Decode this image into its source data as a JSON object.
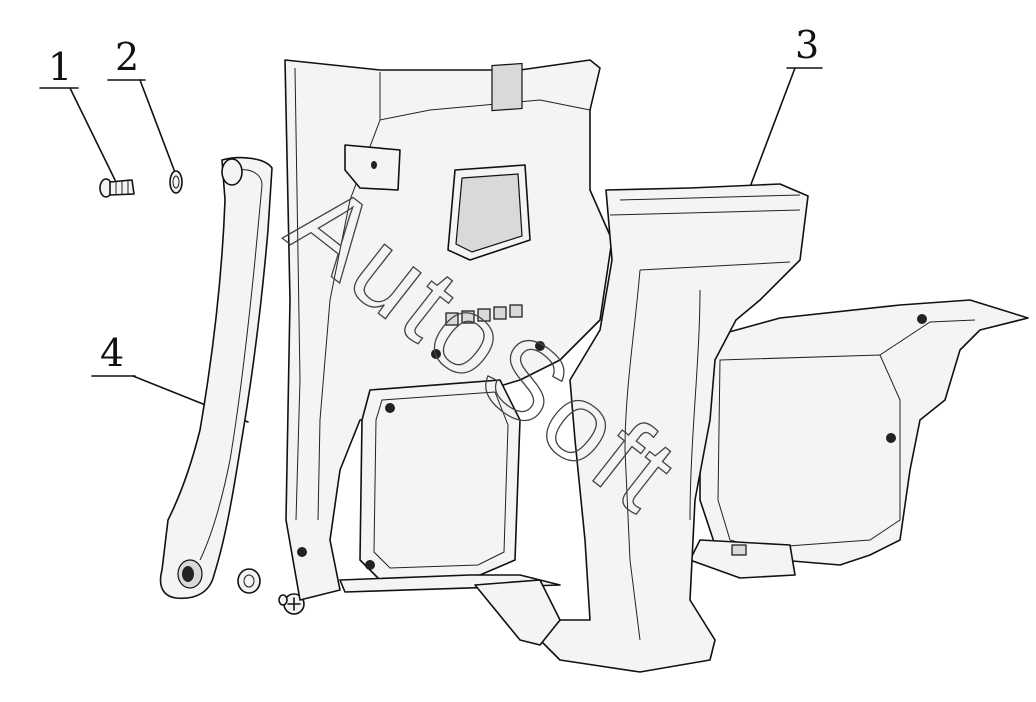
{
  "callouts": [
    {
      "id": "callout-1",
      "label": "1",
      "part": "bolt"
    },
    {
      "id": "callout-2",
      "label": "2",
      "part": "clip-nut"
    },
    {
      "id": "callout-3",
      "label": "3",
      "part": "rear-pillar-trim-center"
    },
    {
      "id": "callout-4",
      "label": "4",
      "part": "side-strip-trim"
    }
  ],
  "watermark": "AutoSoft",
  "colors": {
    "line": "#111111",
    "background": "#ffffff",
    "fill_light": "#f4f4f4",
    "fill_shade": "#d9d9d9"
  }
}
